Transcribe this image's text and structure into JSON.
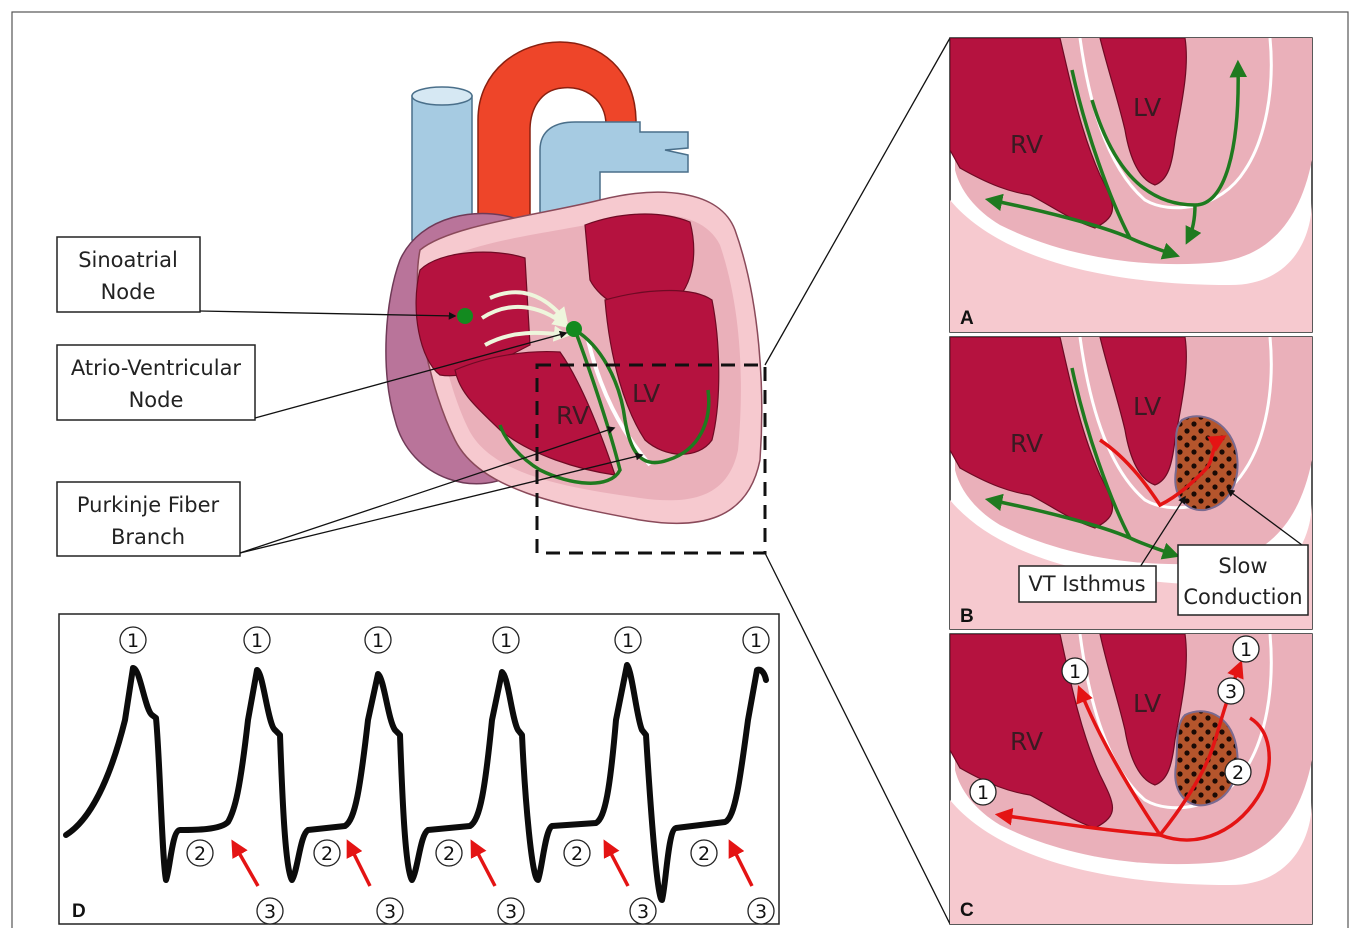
{
  "labels": {
    "sa_line1": "Sinoatrial",
    "sa_line2": "Node",
    "av_line1": "Atrio-Ventricular",
    "av_line2": "Node",
    "pf_line1": "Purkinje Fiber",
    "pf_line2": "Branch",
    "rv": "RV",
    "lv": "LV",
    "vt_isthmus": "VT Isthmus",
    "slow_line1": "Slow",
    "slow_line2": "Conduction"
  },
  "panels": {
    "a": "A",
    "b": "B",
    "c": "C",
    "d": "D"
  },
  "markers": {
    "one": "1",
    "two": "2",
    "three": "3"
  },
  "colors": {
    "myocardium": "#b5123f",
    "tissue_pink": "#f6c9cf",
    "purkinje": "#1f7a1f",
    "reentry": "#e41414",
    "aorta": "#ee4529",
    "vein": "#a6cbe2",
    "scar": "#b5552c"
  }
}
